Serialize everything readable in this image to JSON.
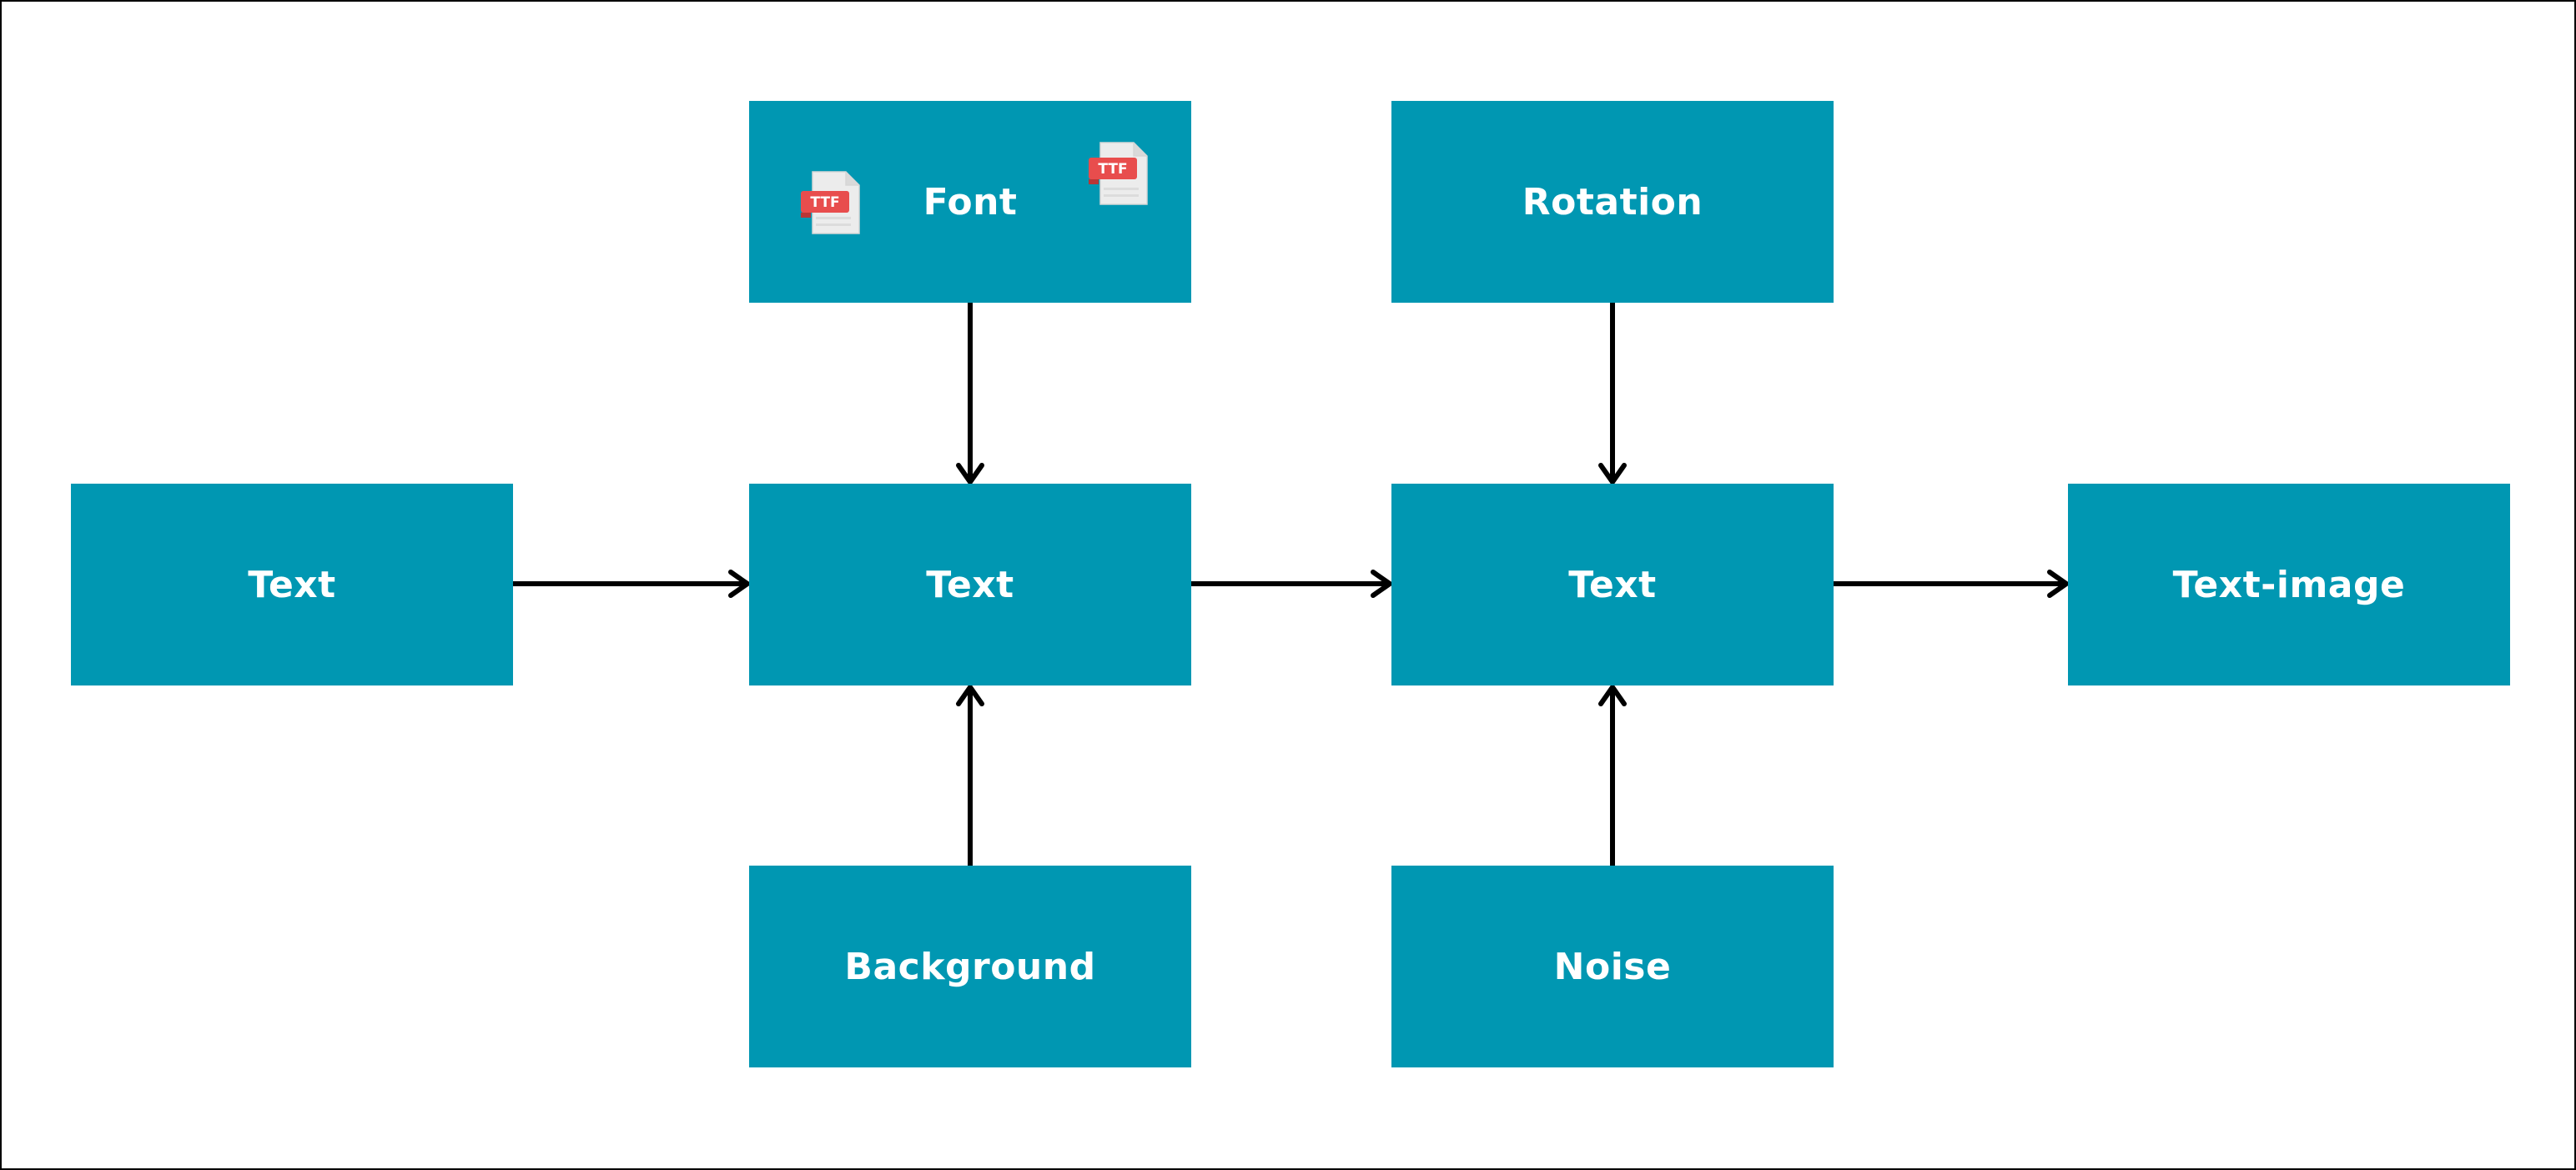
{
  "diagram": {
    "nodes": {
      "text_input": {
        "label": "Text"
      },
      "font": {
        "label": "Font",
        "icon_badge": "TTF"
      },
      "text_rendered": {
        "label": "Text"
      },
      "background": {
        "label": "Background"
      },
      "rotation": {
        "label": "Rotation"
      },
      "text_augmented": {
        "label": "Text"
      },
      "noise": {
        "label": "Noise"
      },
      "output": {
        "label": "Text-image"
      }
    },
    "edges": [
      {
        "from": "text_input",
        "to": "text_rendered"
      },
      {
        "from": "font",
        "to": "text_rendered"
      },
      {
        "from": "background",
        "to": "text_rendered"
      },
      {
        "from": "text_rendered",
        "to": "text_augmented"
      },
      {
        "from": "rotation",
        "to": "text_augmented"
      },
      {
        "from": "noise",
        "to": "text_augmented"
      },
      {
        "from": "text_augmented",
        "to": "output"
      }
    ],
    "colors": {
      "box": "#0097b2",
      "label": "#ffffff",
      "arrow": "#000000",
      "ttf_badge": "#e84d4d"
    },
    "icons": [
      "ttf-file-icon",
      "ttf-file-icon"
    ]
  }
}
